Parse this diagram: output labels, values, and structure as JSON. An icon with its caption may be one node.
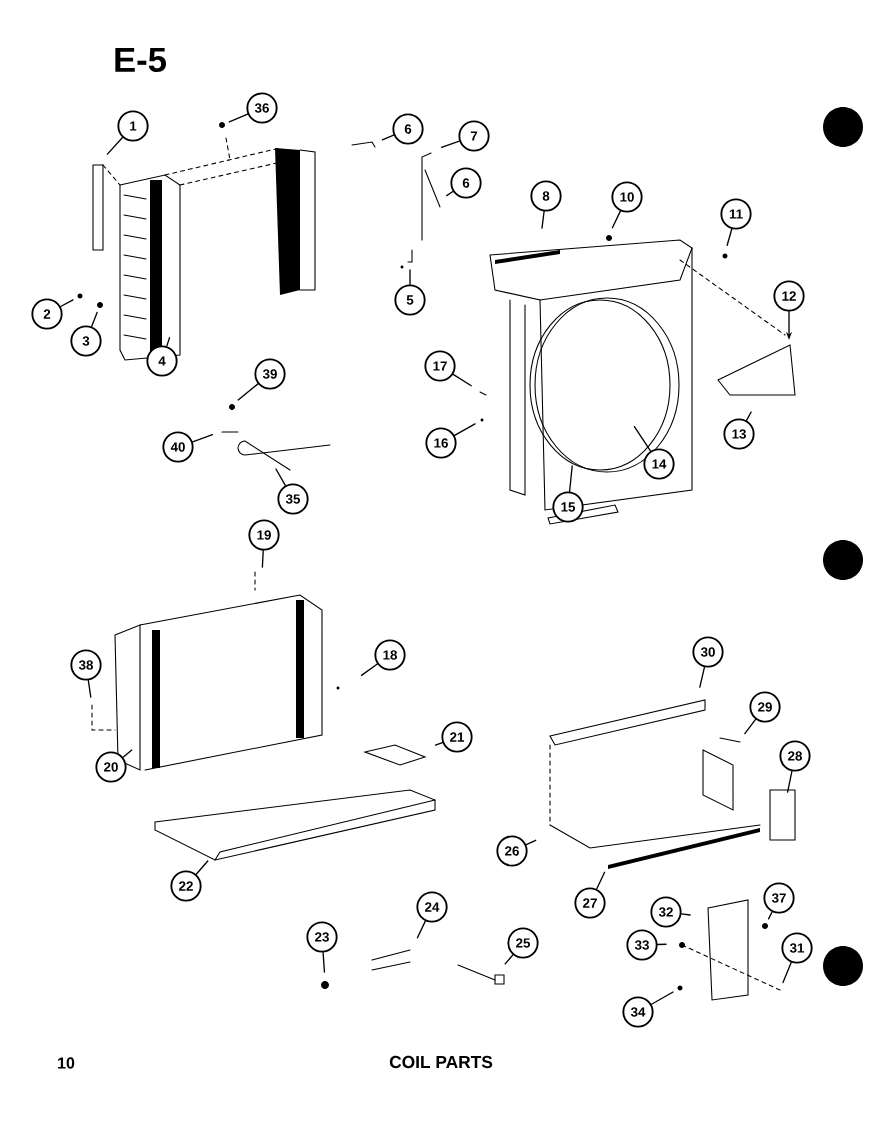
{
  "diagram": {
    "title": "E-5",
    "caption": "COIL PARTS",
    "nodes": [
      {
        "text": [
          "36"
        ]
      },
      {
        "text": [
          "1"
        ]
      },
      {
        "text": [
          "6"
        ]
      },
      {
        "text": [
          "7"
        ]
      },
      {
        "text": [
          "6"
        ]
      },
      {
        "text": [
          "8"
        ]
      },
      {
        "text": [
          "10"
        ]
      },
      {
        "text": [
          "11"
        ]
      },
      {
        "text": [
          "12"
        ]
      },
      {
        "text": [
          "5"
        ]
      },
      {
        "text": [
          "2"
        ]
      },
      {
        "text": [
          "3"
        ]
      },
      {
        "text": [
          "4"
        ]
      },
      {
        "text": [
          "17"
        ]
      },
      {
        "text": [
          "39"
        ]
      },
      {
        "text": [
          "13"
        ]
      },
      {
        "text": [
          "16"
        ]
      },
      {
        "text": [
          "40"
        ]
      },
      {
        "text": [
          "14"
        ]
      },
      {
        "text": [
          "35"
        ]
      },
      {
        "text": [
          "15"
        ]
      },
      {
        "text": [
          "19"
        ]
      },
      {
        "text": [
          "30"
        ]
      },
      {
        "text": [
          "18"
        ]
      },
      {
        "text": [
          "38"
        ]
      },
      {
        "text": [
          "29"
        ]
      },
      {
        "text": [
          "21"
        ]
      },
      {
        "text": [
          "28"
        ]
      },
      {
        "text": [
          "20"
        ]
      },
      {
        "text": [
          "26"
        ]
      },
      {
        "text": [
          "22"
        ]
      },
      {
        "text": [
          "37"
        ]
      },
      {
        "text": [
          "27"
        ]
      },
      {
        "text": [
          "24"
        ]
      },
      {
        "text": [
          "32"
        ]
      },
      {
        "text": [
          "23"
        ]
      },
      {
        "text": [
          "25"
        ]
      },
      {
        "text": [
          "33"
        ]
      },
      {
        "text": [
          "31"
        ]
      },
      {
        "text": [
          "34"
        ]
      }
    ],
    "edges": [
      {
        "from": 0,
        "to": null,
        "arrow": "none"
      },
      {
        "from": 1,
        "to": null,
        "arrow": "none"
      },
      {
        "from": 2,
        "to": null,
        "arrow": "none"
      },
      {
        "from": 3,
        "to": null,
        "arrow": "none"
      },
      {
        "from": 4,
        "to": null,
        "arrow": "none"
      },
      {
        "from": 5,
        "to": null,
        "arrow": "none"
      },
      {
        "from": 6,
        "to": null,
        "arrow": "none"
      },
      {
        "from": 7,
        "to": null,
        "arrow": "none"
      },
      {
        "from": 8,
        "to": null,
        "arrow": "to"
      },
      {
        "from": 9,
        "to": null,
        "arrow": "none"
      },
      {
        "from": 10,
        "to": null,
        "arrow": "none"
      },
      {
        "from": 11,
        "to": null,
        "arrow": "none"
      },
      {
        "from": 12,
        "to": null,
        "arrow": "none"
      },
      {
        "from": 13,
        "to": null,
        "arrow": "none"
      },
      {
        "from": 14,
        "to": null,
        "arrow": "none"
      },
      {
        "from": 15,
        "to": null,
        "arrow": "none"
      },
      {
        "from": 16,
        "to": null,
        "arrow": "none"
      },
      {
        "from": 17,
        "to": null,
        "arrow": "none"
      },
      {
        "from": 18,
        "to": null,
        "arrow": "none"
      },
      {
        "from": 19,
        "to": null,
        "arrow": "none"
      },
      {
        "from": 20,
        "to": null,
        "arrow": "none"
      },
      {
        "from": 21,
        "to": null,
        "arrow": "none"
      },
      {
        "from": 22,
        "to": null,
        "arrow": "none"
      },
      {
        "from": 23,
        "to": null,
        "arrow": "none"
      },
      {
        "from": 24,
        "to": null,
        "arrow": "none"
      },
      {
        "from": 25,
        "to": null,
        "arrow": "none"
      },
      {
        "from": 26,
        "to": null,
        "arrow": "none"
      },
      {
        "from": 27,
        "to": null,
        "arrow": "none"
      },
      {
        "from": 28,
        "to": null,
        "arrow": "none"
      },
      {
        "from": 29,
        "to": null,
        "arrow": "none"
      },
      {
        "from": 30,
        "to": null,
        "arrow": "none"
      },
      {
        "from": 31,
        "to": null,
        "arrow": "none"
      },
      {
        "from": 32,
        "to": null,
        "arrow": "none"
      },
      {
        "from": 33,
        "to": null,
        "arrow": "none"
      },
      {
        "from": 34,
        "to": null,
        "arrow": "none"
      },
      {
        "from": 35,
        "to": null,
        "arrow": "none"
      },
      {
        "from": 36,
        "to": null,
        "arrow": "none"
      },
      {
        "from": 37,
        "to": null,
        "arrow": "none"
      },
      {
        "from": 38,
        "to": null,
        "arrow": "none"
      },
      {
        "from": 39,
        "to": null,
        "arrow": "none"
      }
    ],
    "labels": [
      "10"
    ]
  }
}
